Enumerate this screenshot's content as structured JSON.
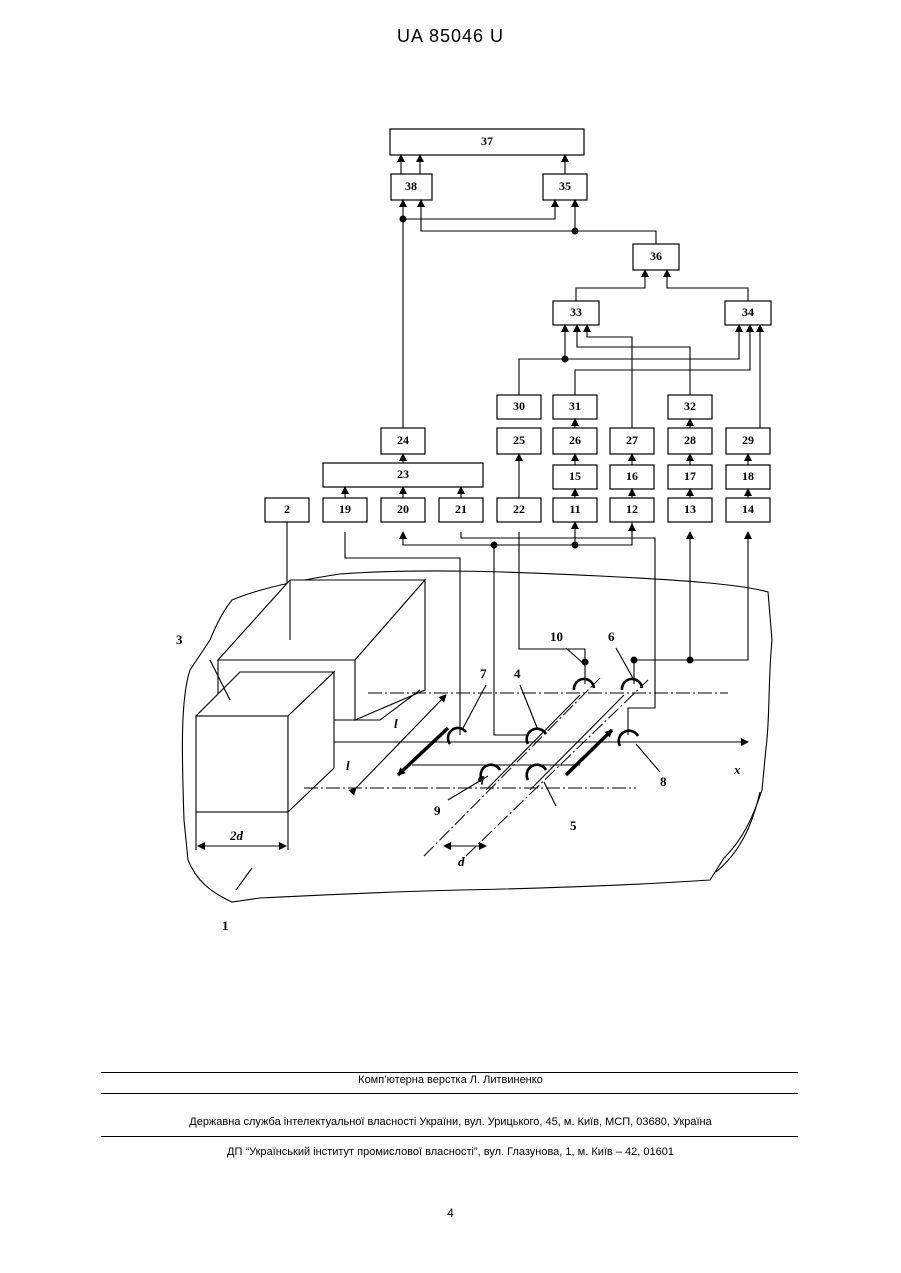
{
  "header": {
    "title": "UA   85046   U"
  },
  "blocks": {
    "b37": "37",
    "b38": "38",
    "b35": "35",
    "b36": "36",
    "b33": "33",
    "b34": "34",
    "b30": "30",
    "b31": "31",
    "b32": "32",
    "b24": "24",
    "b25": "25",
    "b26": "26",
    "b27": "27",
    "b28": "28",
    "b29": "29",
    "b23": "23",
    "b15": "15",
    "b16": "16",
    "b17": "17",
    "b18": "18",
    "b2": "2",
    "b19": "19",
    "b20": "20",
    "b21": "21",
    "b22": "22",
    "b11": "11",
    "b12": "12",
    "b13": "13",
    "b14": "14"
  },
  "labels": {
    "l1": "1",
    "l3": "3",
    "l4": "4",
    "l5": "5",
    "l6": "6",
    "l7": "7",
    "l8": "8",
    "l9": "9",
    "l10": "10",
    "l_l1": "l",
    "l_l2": "l",
    "q": "q",
    "d": "d",
    "dim_2d": "2d",
    "x": "x"
  },
  "footer": {
    "line1": "Комп’ютерна верстка Л. Литвиненко",
    "line2": "Державна служба інтелектуальної власності України, вул. Урицького, 45, м. Київ, МСП, 03680, Україна",
    "line3": "ДП “Український інститут промислової власності”, вул. Глазунова, 1, м. Київ – 42, 01601",
    "page": "4"
  }
}
